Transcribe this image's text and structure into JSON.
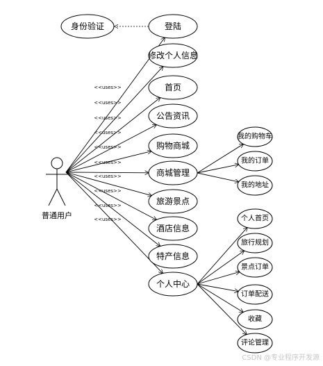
{
  "actor": {
    "name": "普通用户"
  },
  "stereotype": "<<uses>>",
  "auth": {
    "label": "身份验证"
  },
  "use_cases": [
    "登陆",
    "修改个人信息",
    "首页",
    "公告资讯",
    "购物商城",
    "商城管理",
    "旅游景点",
    "酒店信息",
    "特产信息",
    "个人中心"
  ],
  "mall_sub": [
    "我的购物车",
    "我的订单",
    "我的地址"
  ],
  "center_sub": [
    "个人首页",
    "旅行规划",
    "景点订单",
    "订单配送",
    "收藏",
    "评论管理"
  ],
  "watermark": "CSDN @专业程序开发源"
}
